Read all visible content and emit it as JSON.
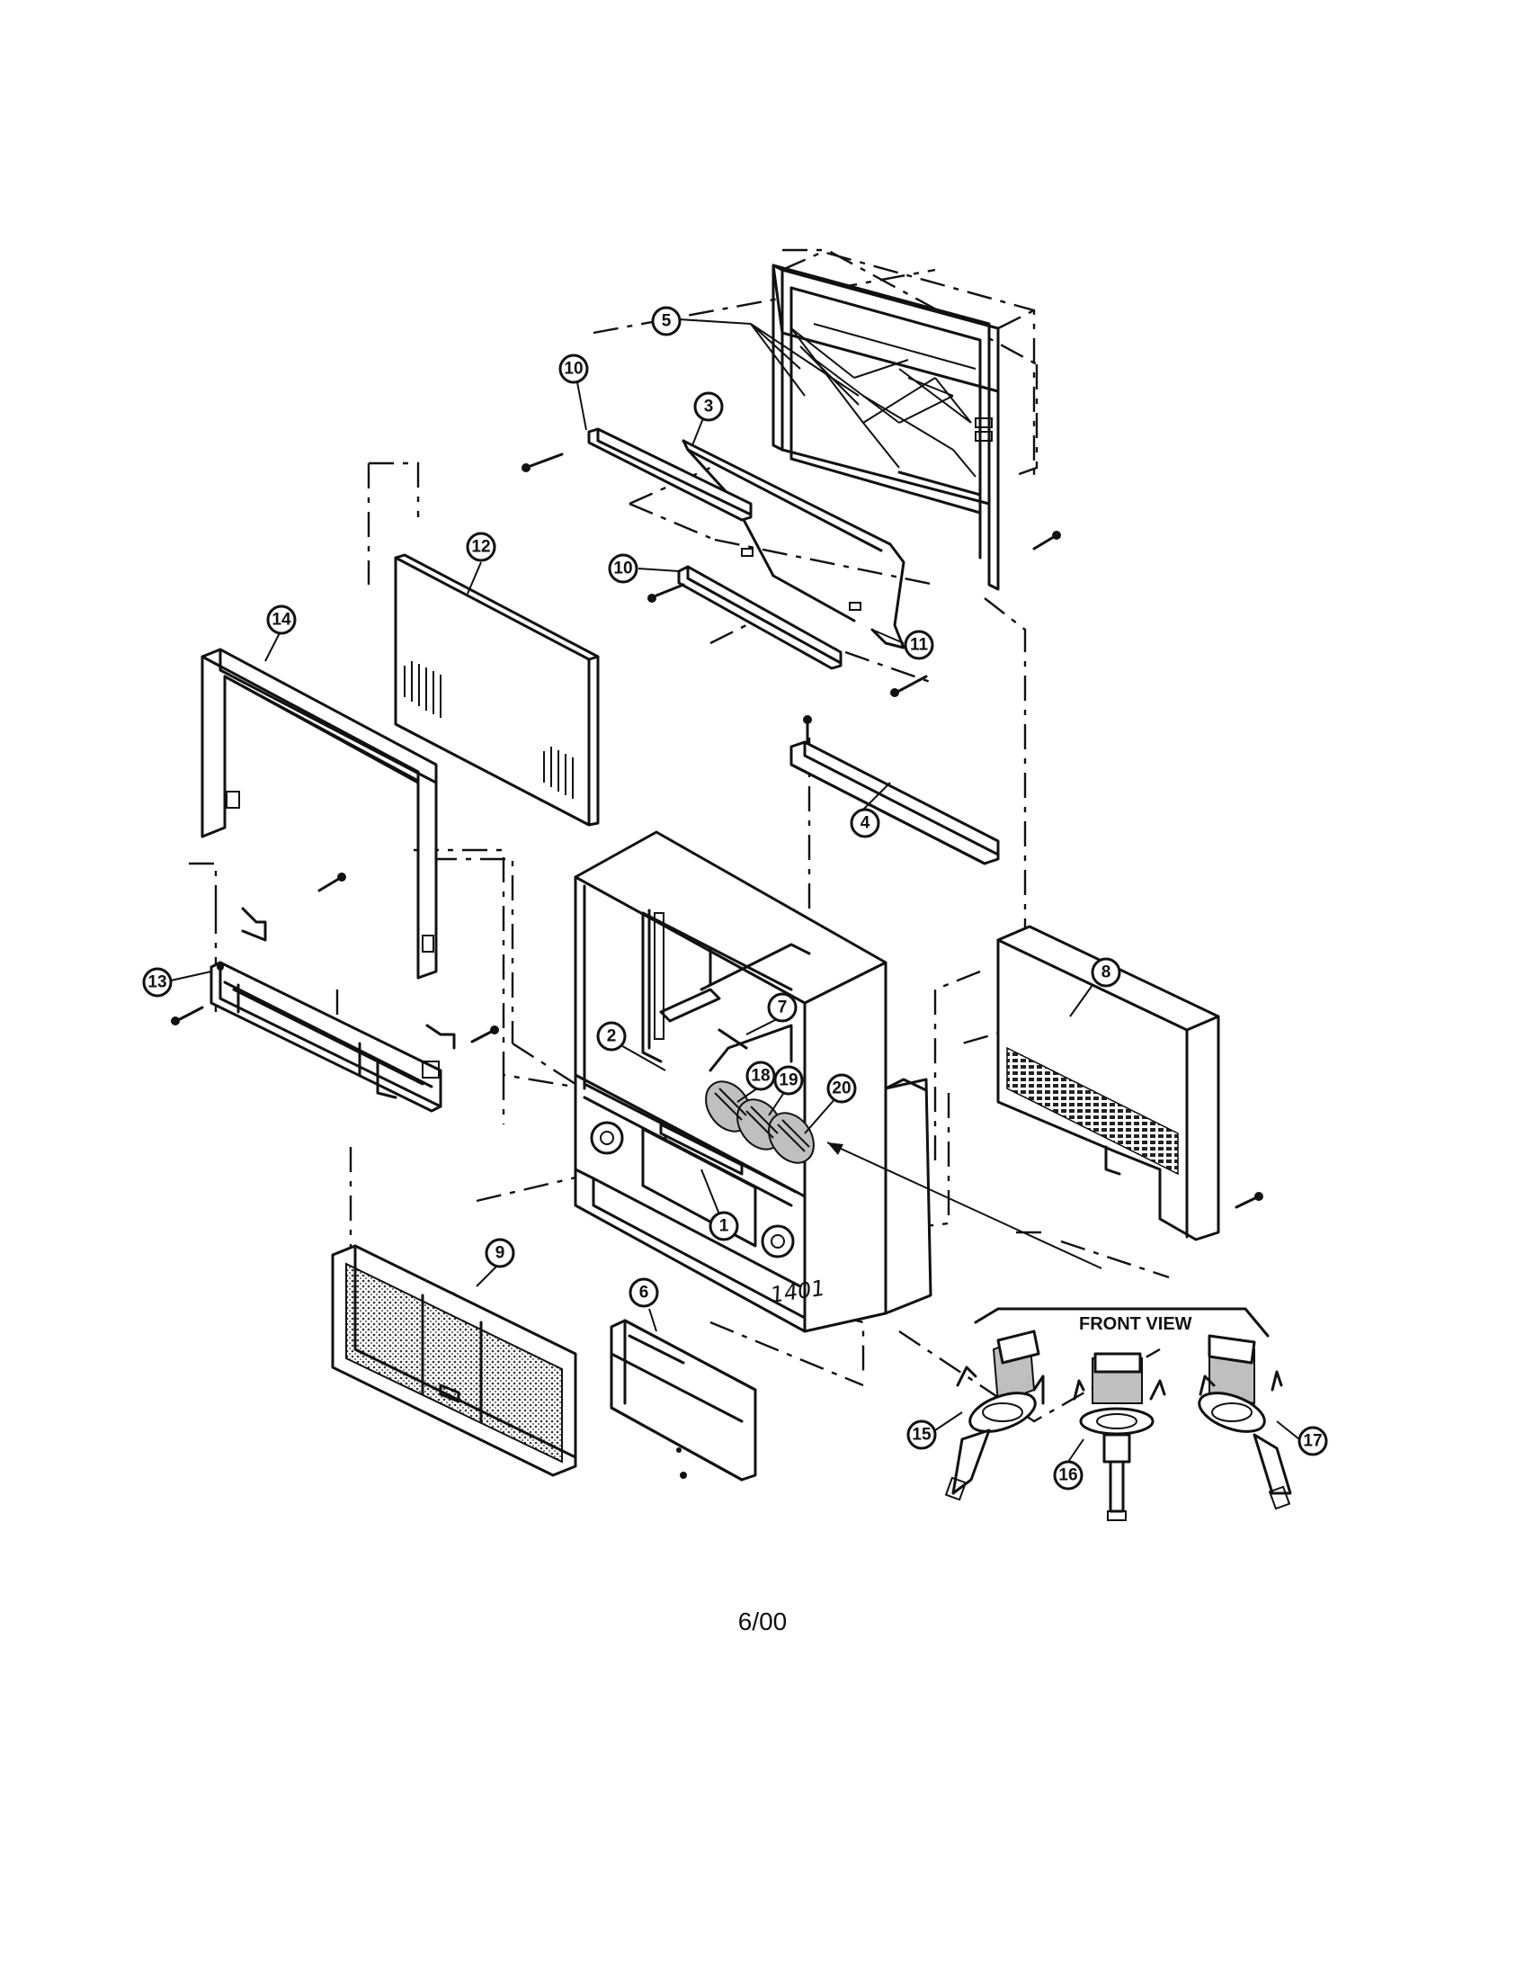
{
  "diagram": {
    "callouts": [
      "1",
      "2",
      "3",
      "4",
      "5",
      "6",
      "7",
      "8",
      "9",
      "10",
      "10",
      "11",
      "12",
      "13",
      "14",
      "15",
      "16",
      "17",
      "18",
      "19",
      "20"
    ],
    "front_view_label": "FRONT VIEW",
    "handwritten_mark": "1401",
    "footer_date": "6/00"
  }
}
